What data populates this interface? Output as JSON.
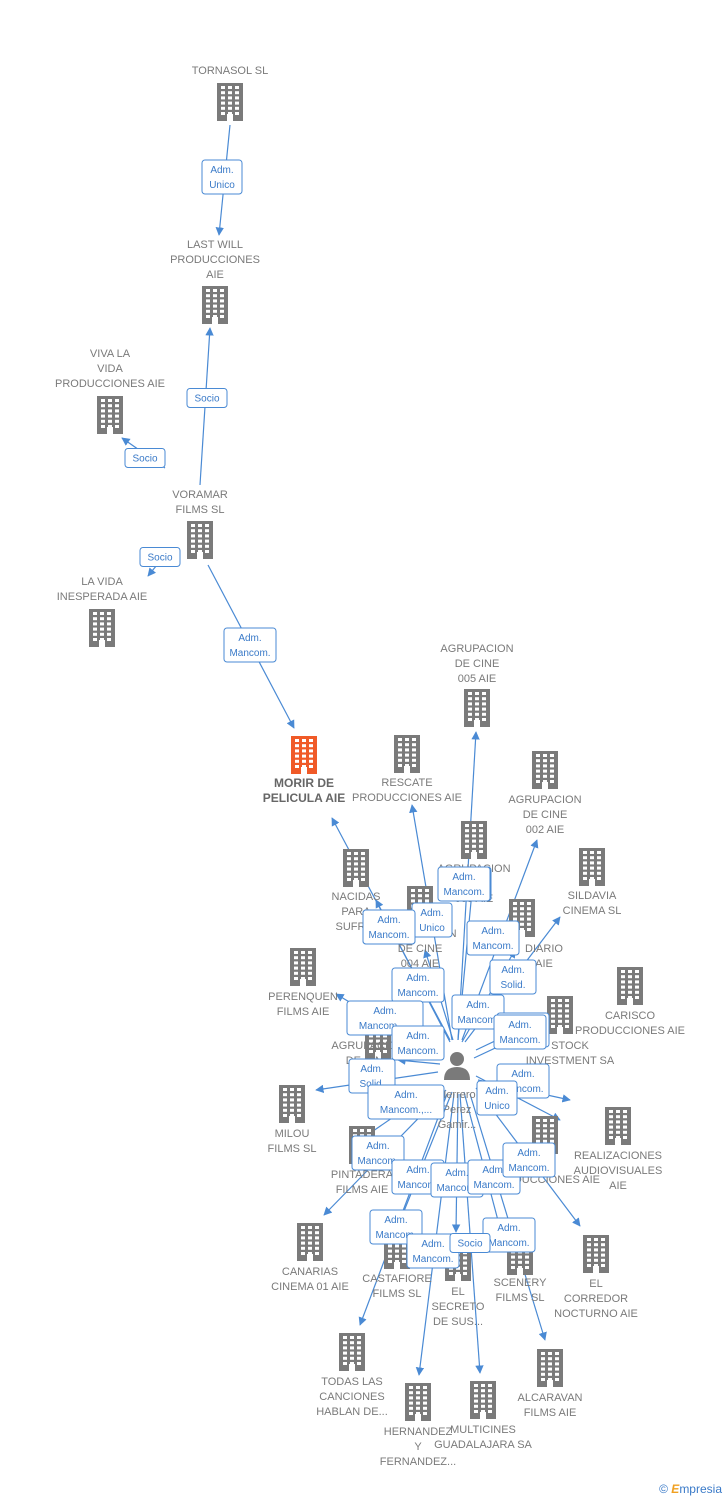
{
  "colors": {
    "edge": "#4a8ad4",
    "node": "#7a7a7a",
    "focus": "#f05a28",
    "person": "#7a7a7a"
  },
  "watermark": {
    "symbol": "©",
    "brand_initial": "E",
    "brand_rest": "mpresia"
  },
  "nodes": [
    {
      "id": "tornasol",
      "lines": [
        "TORNASOL  SL"
      ],
      "icon": "building-icon"
    },
    {
      "id": "lastwill",
      "lines": [
        "LAST WILL",
        "PRODUCCIONES",
        "AIE"
      ],
      "icon": "building-icon"
    },
    {
      "id": "vivalavida",
      "lines": [
        "VIVA LA",
        "VIDA",
        "PRODUCCIONES AIE"
      ],
      "icon": "building-icon"
    },
    {
      "id": "voramar",
      "lines": [
        "VORAMAR",
        "FILMS  SL"
      ],
      "icon": "building-icon"
    },
    {
      "id": "lavida",
      "lines": [
        "LA VIDA",
        "INESPERADA AIE"
      ],
      "icon": "building-icon"
    },
    {
      "id": "morir",
      "lines": [
        "MORIR DE",
        "PELICULA AIE"
      ],
      "icon": "building-icon",
      "focus": true
    },
    {
      "id": "rescate",
      "lines": [
        "RESCATE",
        "PRODUCCIONES AIE"
      ],
      "icon": "building-icon"
    },
    {
      "id": "agr005",
      "lines": [
        "AGRUPACION",
        "DE CINE",
        "005 AIE"
      ],
      "icon": "building-icon"
    },
    {
      "id": "agr002",
      "lines": [
        "AGRUPACION",
        "DE CINE",
        "002 AIE"
      ],
      "icon": "building-icon"
    },
    {
      "id": "agr003",
      "lines": [
        "AGRUPACION",
        "...",
        "003 AIE"
      ],
      "icon": "building-icon"
    },
    {
      "id": "sildavia",
      "lines": [
        "SILDAVIA",
        "CINEMA  SL"
      ],
      "icon": "building-icon"
    },
    {
      "id": "nacidas",
      "lines": [
        "NACIDAS",
        "PARA",
        "SUFRIR"
      ],
      "icon": "building-icon"
    },
    {
      "id": "agr004",
      "lines": [
        "AGRUPACION",
        "DE CINE",
        "004 AIE"
      ],
      "icon": "building-icon"
    },
    {
      "id": "diario",
      "lines": [
        "DIARIO",
        "AIE"
      ],
      "icon": "building-icon"
    },
    {
      "id": "carisco",
      "lines": [
        "CARISCO",
        "PRODUCCIONES AIE"
      ],
      "icon": "building-icon"
    },
    {
      "id": "perenquen",
      "lines": [
        "PERENQUEN",
        "FILMS AIE"
      ],
      "icon": "building-icon"
    },
    {
      "id": "stock",
      "lines": [
        "STOCK",
        "INVESTMENT SA"
      ],
      "icon": "building-icon"
    },
    {
      "id": "agr001",
      "lines": [
        "AGRUPACION",
        "DE CINE",
        "001"
      ],
      "icon": "building-icon"
    },
    {
      "id": "person",
      "lines": [
        "Herrero",
        "Perez",
        "Gamir..."
      ],
      "icon": "person-icon"
    },
    {
      "id": "milou",
      "lines": [
        "MILOU",
        "FILMS SL"
      ],
      "icon": "building-icon"
    },
    {
      "id": "realizaciones",
      "lines": [
        "REALIZACIONES",
        "AUDIOVISUALES",
        "AIE"
      ],
      "icon": "building-icon"
    },
    {
      "id": "producciones",
      "lines": [
        "A",
        "PRODUCCIONES AIE"
      ],
      "icon": "building-icon"
    },
    {
      "id": "pintadera",
      "lines": [
        "PINTADERA",
        "FILMS AIE"
      ],
      "icon": "building-icon"
    },
    {
      "id": "canarias",
      "lines": [
        "CANARIAS",
        "CINEMA 01 AIE"
      ],
      "icon": "building-icon"
    },
    {
      "id": "castafiore",
      "lines": [
        "CASTAFIORE",
        "FILMS SL"
      ],
      "icon": "building-icon"
    },
    {
      "id": "elsecreto",
      "lines": [
        "EL",
        "SECRETO",
        "DE SUS..."
      ],
      "icon": "building-icon"
    },
    {
      "id": "scenery",
      "lines": [
        "SCENERY",
        "FILMS  SL"
      ],
      "icon": "building-icon"
    },
    {
      "id": "elcorredor",
      "lines": [
        "EL",
        "CORREDOR",
        "NOCTURNO AIE"
      ],
      "icon": "building-icon"
    },
    {
      "id": "todas",
      "lines": [
        "TODAS LAS",
        "CANCIONES",
        "HABLAN DE..."
      ],
      "icon": "building-icon"
    },
    {
      "id": "alcaravan",
      "lines": [
        "ALCARAVAN",
        "FILMS AIE"
      ],
      "icon": "building-icon"
    },
    {
      "id": "hernandez",
      "lines": [
        "HERNANDEZ",
        "Y",
        "FERNANDEZ..."
      ],
      "icon": "building-icon"
    },
    {
      "id": "multicines",
      "lines": [
        "MULTICINES",
        "GUADALAJARA SA"
      ],
      "icon": "building-icon"
    }
  ],
  "edges": [
    {
      "from": "tornasol",
      "to": "lastwill",
      "label": [
        "Adm.",
        "Unico"
      ]
    },
    {
      "from": "voramar",
      "to": "lastwill",
      "label": [
        "Socio"
      ]
    },
    {
      "from": "voramar",
      "to": "vivalavida",
      "label": [
        "Socio"
      ]
    },
    {
      "from": "voramar",
      "to": "lavida",
      "label": [
        "Socio"
      ]
    },
    {
      "from": "voramar",
      "to": "morir",
      "label": [
        "Adm.",
        "Mancom."
      ]
    },
    {
      "from": "person",
      "to": "morir",
      "label": [
        "Adm.",
        "Mancom."
      ]
    },
    {
      "from": "person",
      "to": "rescate",
      "label": [
        "Adm.",
        "Unico"
      ]
    },
    {
      "from": "person",
      "to": "agr005",
      "label": [
        "Adm.",
        "Mancom."
      ]
    },
    {
      "from": "person",
      "to": "agr002",
      "label": [
        "Adm.",
        "Mancom."
      ]
    },
    {
      "from": "person",
      "to": "sildavia",
      "label": [
        "Adm.",
        "Solid."
      ]
    },
    {
      "from": "person",
      "to": "agr003",
      "label": [
        "Adm.",
        "Mancom."
      ]
    },
    {
      "from": "person",
      "to": "nacidas",
      "label": [
        "Adm.",
        "Mancom."
      ]
    },
    {
      "from": "person",
      "to": "agr004",
      "label": [
        "Adm.",
        "Mancom."
      ]
    },
    {
      "from": "person",
      "to": "diario",
      "label": [
        "Adm.",
        "Mancom."
      ]
    },
    {
      "from": "person",
      "to": "perenquen",
      "label": [
        "Adm.",
        "Mancom.,..."
      ]
    },
    {
      "from": "person",
      "to": "stock",
      "label": [
        "Adm.",
        "Mancom."
      ]
    },
    {
      "from": "person",
      "to": "carisco",
      "label": [
        "Adm.",
        "Mancom."
      ]
    },
    {
      "from": "person",
      "to": "agr001",
      "label": [
        "Adm.",
        "Mancom."
      ]
    },
    {
      "from": "person",
      "to": "milou",
      "label": [
        "Adm.",
        "Solid."
      ]
    },
    {
      "from": "person",
      "to": "realizaciones",
      "label": [
        "Adm.",
        "Mancom."
      ]
    },
    {
      "from": "person",
      "to": "producciones",
      "label": [
        "Adm.",
        "Unico"
      ]
    },
    {
      "from": "person",
      "to": "pintadera",
      "label": [
        "Adm.",
        "Mancom.,..."
      ]
    },
    {
      "from": "person",
      "to": "canarias",
      "label": [
        "Adm.",
        "Mancom."
      ]
    },
    {
      "from": "person",
      "to": "castafiore",
      "label": [
        "Adm.",
        "Mancom."
      ]
    },
    {
      "from": "person",
      "to": "elsecreto",
      "label": [
        "Adm.",
        "Mancom."
      ]
    },
    {
      "from": "person",
      "to": "scenery",
      "label": [
        "Adm.",
        "Mancom."
      ]
    },
    {
      "from": "person",
      "to": "elcorredor",
      "label": [
        "Adm.",
        "Mancom."
      ]
    },
    {
      "from": "person",
      "to": "todas",
      "label": [
        "Adm.",
        "Mancom."
      ]
    },
    {
      "from": "person",
      "to": "alcaravan",
      "label": [
        "Adm.",
        "Mancom."
      ]
    },
    {
      "from": "person",
      "to": "hernandez",
      "label": [
        "Adm.",
        "Mancom."
      ]
    },
    {
      "from": "person",
      "to": "multicines",
      "label": [
        "Socio"
      ]
    }
  ]
}
